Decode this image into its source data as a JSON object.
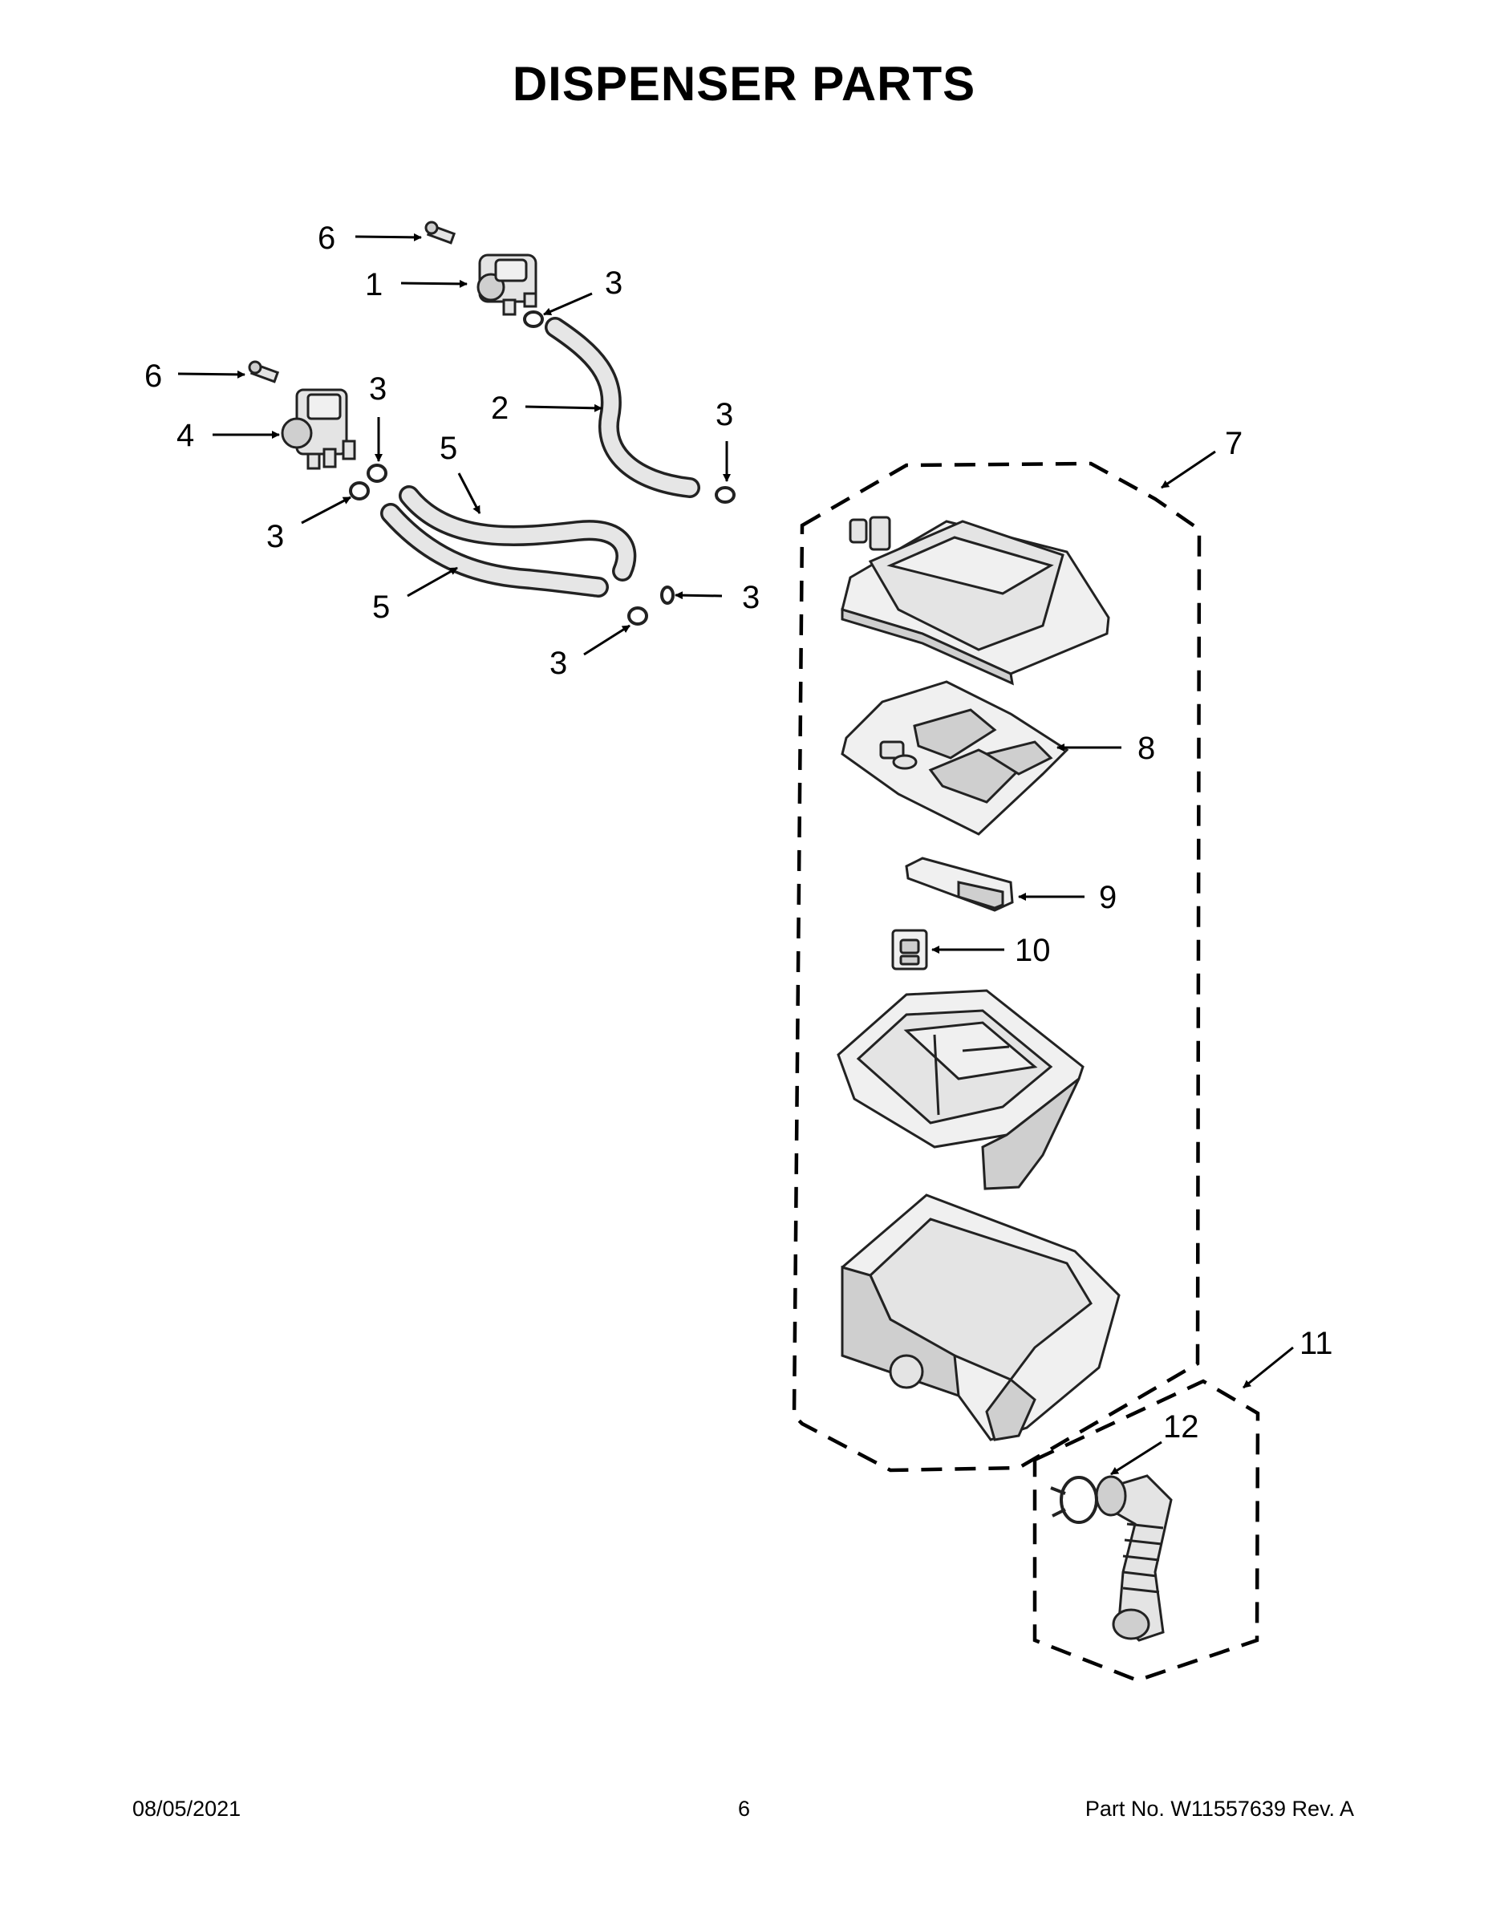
{
  "page": {
    "title": "DISPENSER PARTS",
    "footer": {
      "date": "08/05/2021",
      "page_number": "6",
      "part_number": "Part No.  W11557639  Rev.  A"
    }
  },
  "callouts": [
    {
      "label": "6"
    },
    {
      "label": "1"
    },
    {
      "label": "3"
    },
    {
      "label": "6"
    },
    {
      "label": "3"
    },
    {
      "label": "2"
    },
    {
      "label": "3"
    },
    {
      "label": "4"
    },
    {
      "label": "5"
    },
    {
      "label": "3"
    },
    {
      "label": "5"
    },
    {
      "label": "3"
    },
    {
      "label": "3"
    },
    {
      "label": "7"
    },
    {
      "label": "8"
    },
    {
      "label": "9"
    },
    {
      "label": "10"
    },
    {
      "label": "11"
    },
    {
      "label": "12"
    }
  ],
  "parts": [
    {
      "name": "inlet-valve-single",
      "icon": "valve-icon"
    },
    {
      "name": "inlet-valve-double",
      "icon": "valve-icon"
    },
    {
      "name": "hose",
      "icon": "hose-icon"
    },
    {
      "name": "hose-clamp",
      "icon": "clamp-icon"
    },
    {
      "name": "screw",
      "icon": "screw-icon"
    },
    {
      "name": "dispenser-assembly",
      "icon": "dispenser-icon"
    },
    {
      "name": "dispenser-drawer-insert",
      "icon": "tray-icon"
    },
    {
      "name": "siphon-cap",
      "icon": "cap-icon"
    },
    {
      "name": "drawer-handle-insert",
      "icon": "insert-icon"
    },
    {
      "name": "bellows-hose",
      "icon": "bellows-icon"
    },
    {
      "name": "bellows-clamp",
      "icon": "clamp-icon"
    }
  ]
}
